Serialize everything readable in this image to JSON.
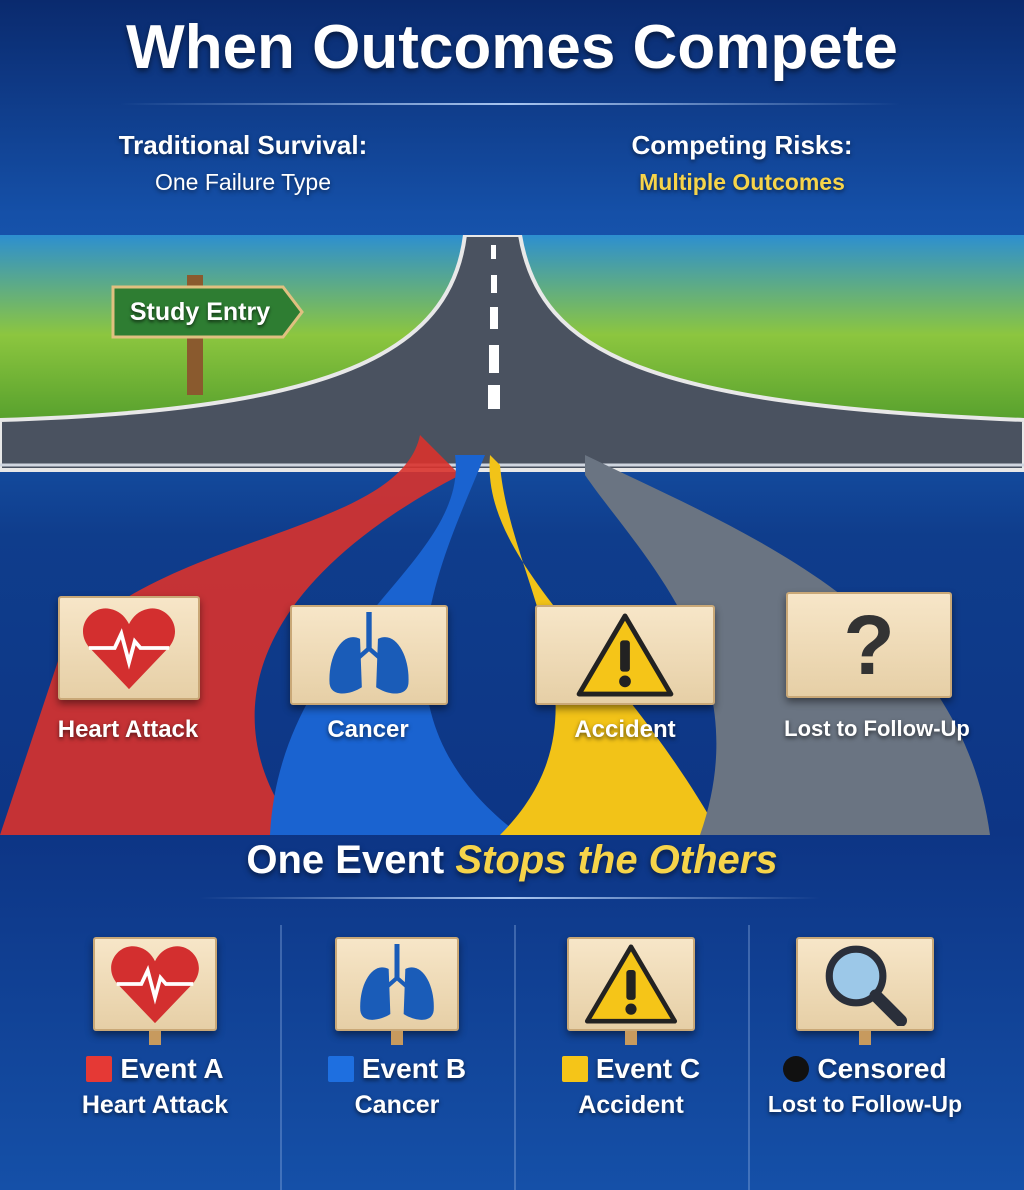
{
  "title": "When Outcomes Compete",
  "left_subtitle": {
    "heading": "Traditional Survival:",
    "text": "One Failure Type"
  },
  "right_subtitle": {
    "heading": "Competing Risks:",
    "text": "Multiple Outcomes"
  },
  "signpost": "Study Entry",
  "road_signs": [
    {
      "label": "Heart Attack",
      "icon": "heart-pulse-icon"
    },
    {
      "label": "Cancer",
      "icon": "lungs-icon"
    },
    {
      "label": "Accident",
      "icon": "warning-icon"
    },
    {
      "label": "Lost to Follow-Up",
      "icon": "question-mark-icon"
    }
  ],
  "headline": {
    "part1": "One Event",
    "part2": "Stops the Others"
  },
  "events": [
    {
      "name": "Event A",
      "desc": "Heart Attack",
      "color": "#e53935",
      "icon": "heart-pulse-icon"
    },
    {
      "name": "Event B",
      "desc": "Cancer",
      "color": "#1e6fe0",
      "icon": "lungs-icon"
    },
    {
      "name": "Event C",
      "desc": "Accident",
      "color": "#f5c518",
      "icon": "warning-icon"
    },
    {
      "name": "Censored",
      "desc": "Lost to Follow-Up",
      "color": "#111111",
      "icon": "magnifier-icon"
    }
  ]
}
